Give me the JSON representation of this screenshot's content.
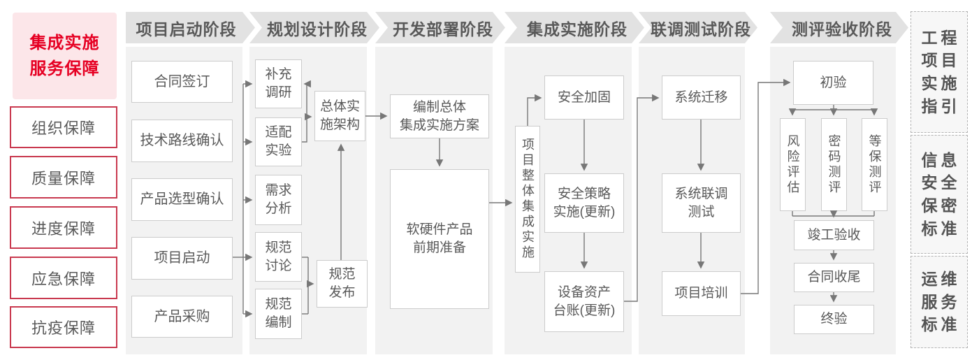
{
  "title_panel": {
    "label": "集成实施\n服务保障"
  },
  "guarantees": [
    {
      "label": "组织保障"
    },
    {
      "label": "质量保障"
    },
    {
      "label": "进度保障"
    },
    {
      "label": "应急保障"
    },
    {
      "label": "抗疫保障"
    }
  ],
  "phases": [
    {
      "header": "项目启动阶段",
      "boxes": [
        {
          "label": "合同签订"
        },
        {
          "label": "技术路线确认"
        },
        {
          "label": "产品选型确认"
        },
        {
          "label": "项目启动"
        },
        {
          "label": "产品采购"
        }
      ]
    },
    {
      "header": "规划设计阶段",
      "boxes": [
        {
          "label": "补充\n调研"
        },
        {
          "label": "适配\n实验"
        },
        {
          "label": "需求\n分析"
        },
        {
          "label": "规范\n讨论"
        },
        {
          "label": "规范\n编制"
        },
        {
          "label": "总体实\n施架构"
        },
        {
          "label": "规范\n发布"
        }
      ]
    },
    {
      "header": "开发部署阶段",
      "boxes": [
        {
          "label": "编制总体\n集成实施方案"
        },
        {
          "label": "软硬件产品\n前期准备"
        }
      ]
    },
    {
      "header": "集成实施阶段",
      "boxes": [
        {
          "label": "项目整体集成实施"
        },
        {
          "label": "安全加固"
        },
        {
          "label": "安全策略\n实施(更新)"
        },
        {
          "label": "设备资产\n台账(更新)"
        }
      ]
    },
    {
      "header": "联调测试阶段",
      "boxes": [
        {
          "label": "系统迁移"
        },
        {
          "label": "系统联调\n测试"
        },
        {
          "label": "项目培训"
        }
      ]
    },
    {
      "header": "测评验收阶段",
      "boxes": [
        {
          "label": "初验"
        },
        {
          "label": "风险评估"
        },
        {
          "label": "密码测评"
        },
        {
          "label": "等保测评"
        },
        {
          "label": "竣工验收"
        },
        {
          "label": "合同收尾"
        },
        {
          "label": "终验"
        }
      ]
    }
  ],
  "standards": [
    {
      "label": "工程\n项目\n实施\n指引"
    },
    {
      "label": "信息\n安全\n保密\n标准"
    },
    {
      "label": "运维\n服务\n标准"
    }
  ],
  "colors": {
    "accent_red": "#e60023",
    "pink_bg": "#fce6e9",
    "red_border": "#c9394f",
    "band_bg": "#e2e2e2",
    "panel_bg": "#f2f2f2",
    "box_border": "#cccccc",
    "text_gray": "#595959",
    "connector": "#777777"
  }
}
